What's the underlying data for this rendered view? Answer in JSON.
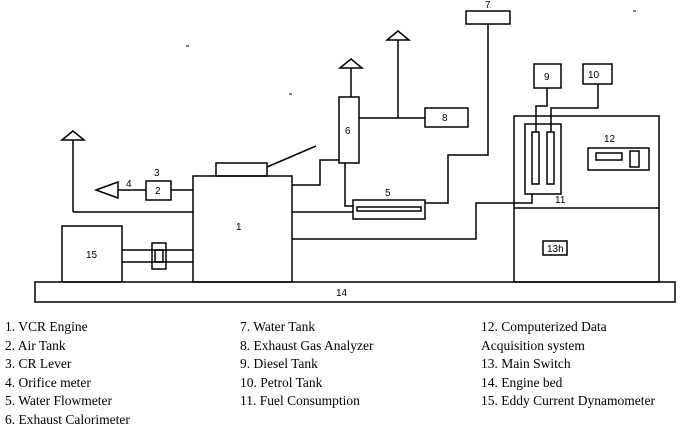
{
  "diagram": {
    "component_numbers": {
      "engine": "1",
      "air_tank": "2",
      "cr_lever": "3",
      "orifice_meter": "4",
      "water_flowmeter": "5",
      "exhaust_calorimeter": "6",
      "water_tank": "7",
      "exhaust_gas_analyzer": "8",
      "diesel_tank": "9",
      "petrol_tank": "10",
      "fuel_consumption": "11",
      "data_acquisition": "12",
      "main_switch": "13h",
      "engine_bed": "14",
      "dynamometer": "15"
    }
  },
  "legend": {
    "col1": [
      "1. VCR Engine",
      "2. Air Tank",
      "3. CR Lever",
      "4. Orifice meter",
      "5. Water Flowmeter",
      "6. Exhaust Calorimeter"
    ],
    "col2": [
      "7. Water Tank",
      "8. Exhaust Gas Analyzer",
      "9. Diesel Tank",
      "10. Petrol Tank",
      "11. Fuel Consumption"
    ],
    "col3": [
      "12. Computerized Data",
      "Acquisition system",
      "13. Main Switch",
      "14. Engine bed",
      "15. Eddy Current Dynamometer"
    ]
  }
}
